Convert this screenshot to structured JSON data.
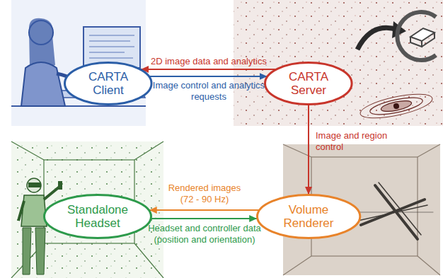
{
  "diagram": {
    "nodes": [
      {
        "text": [
          "CARTA Client"
        ]
      },
      {
        "text": [
          "CARTA Server"
        ]
      },
      {
        "text": [
          "Standalone Headset"
        ]
      },
      {
        "text": [
          "Volume Renderer"
        ]
      }
    ],
    "edges": [
      {
        "from": 1,
        "to": 0,
        "label": "2D image data and analytics",
        "arrow": "to"
      },
      {
        "from": 0,
        "to": 1,
        "label": "Image control and analytics requests",
        "arrow": "to"
      },
      {
        "from": 1,
        "to": 3,
        "label": "Image and region control",
        "arrow": "to"
      },
      {
        "from": 3,
        "to": 2,
        "label": "Rendered images (72 - 90 Hz)",
        "arrow": "to"
      },
      {
        "from": 2,
        "to": 3,
        "label": "Headset and controller data (position and orientation)",
        "arrow": "to"
      }
    ]
  }
}
